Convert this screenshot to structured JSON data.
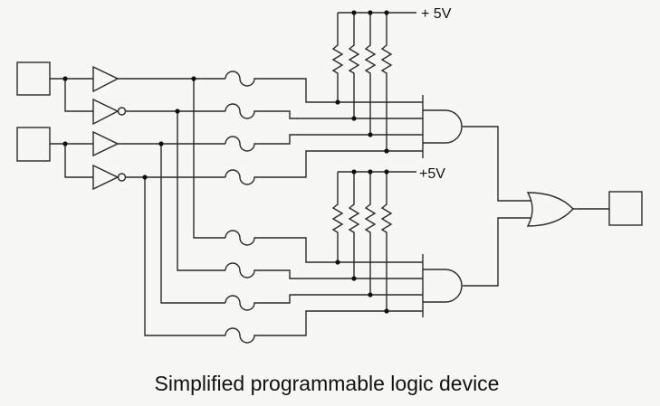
{
  "caption": "Simplified programmable logic device",
  "supply_labels": {
    "top": "+ 5V",
    "bottom": "+5V"
  },
  "components": {
    "inputs": [
      "input-A",
      "input-B"
    ],
    "buffers": [
      "buffer-A",
      "buffer-B"
    ],
    "inverters": [
      "inverter-A",
      "inverter-B"
    ],
    "fuses_per_and_gate": 4,
    "pull_up_resistors_per_and_gate": 4,
    "and_gates": 2,
    "or_gates": 1,
    "outputs": [
      "output"
    ]
  },
  "colors": {
    "background": "#f7f7f5",
    "line": "#2a2a2a"
  }
}
